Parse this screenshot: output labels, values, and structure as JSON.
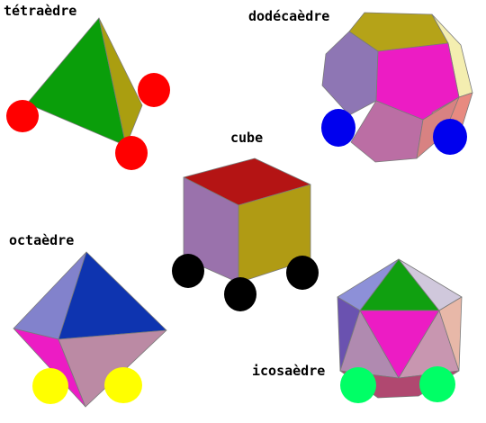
{
  "labels": {
    "tetrahedron": "tétraèdre",
    "dodecahedron": "dodécaèdre",
    "cube": "cube",
    "octahedron": "octaèdre",
    "icosahedron": "icosaèdre"
  },
  "colors": {
    "tetrahedron_wheels": "#ff0000",
    "dodecahedron_wheels": "#0000ee",
    "cube_wheels": "#000000",
    "octahedron_wheels": "#ffff00",
    "icosahedron_wheels": "#00ff66"
  }
}
